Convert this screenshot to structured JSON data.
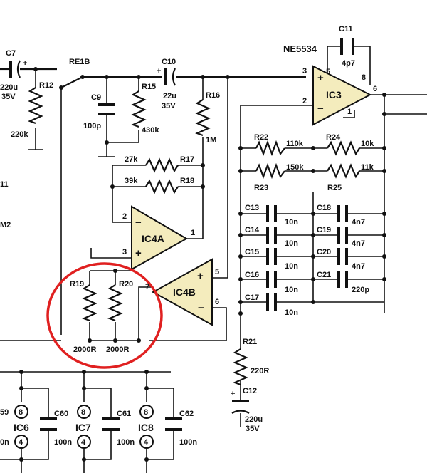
{
  "colors": {
    "opamp_fill": "#f4ecbd",
    "highlight_ring": "#e02020",
    "wire": "#111111"
  },
  "labels": [
    {
      "id": "c7",
      "text": "C7"
    },
    {
      "id": "c7v",
      "text": "220u"
    },
    {
      "id": "c7r",
      "text": "35V"
    },
    {
      "id": "re1b",
      "text": "RE1B"
    },
    {
      "id": "r12",
      "text": "R12"
    },
    {
      "id": "r12v",
      "text": "220k"
    },
    {
      "id": "c9",
      "text": "C9"
    },
    {
      "id": "c9v",
      "text": "100p"
    },
    {
      "id": "r15",
      "text": "R15"
    },
    {
      "id": "r15v",
      "text": "430k"
    },
    {
      "id": "c10",
      "text": "C10"
    },
    {
      "id": "c10v",
      "text": "22u"
    },
    {
      "id": "c10r",
      "text": "35V"
    },
    {
      "id": "r16",
      "text": "R16"
    },
    {
      "id": "r16v",
      "text": "1M"
    },
    {
      "id": "r17v",
      "text": "27k"
    },
    {
      "id": "r17",
      "text": "R17"
    },
    {
      "id": "r18v",
      "text": "39k"
    },
    {
      "id": "r18",
      "text": "R18"
    },
    {
      "id": "m11",
      "text": "11"
    },
    {
      "id": "m2",
      "text": "M2"
    },
    {
      "id": "ne",
      "text": "NE5534"
    },
    {
      "id": "c11",
      "text": "C11"
    },
    {
      "id": "c11v",
      "text": "4p7"
    },
    {
      "id": "r22",
      "text": "R22"
    },
    {
      "id": "r22v",
      "text": "110k"
    },
    {
      "id": "r24",
      "text": "R24"
    },
    {
      "id": "r24v",
      "text": "10k"
    },
    {
      "id": "r23",
      "text": "R23"
    },
    {
      "id": "r23v",
      "text": "150k"
    },
    {
      "id": "r25",
      "text": "R25"
    },
    {
      "id": "r25v",
      "text": "11k"
    },
    {
      "id": "c13",
      "text": "C13"
    },
    {
      "id": "c13v",
      "text": "10n"
    },
    {
      "id": "c14",
      "text": "C14"
    },
    {
      "id": "c14v",
      "text": "10n"
    },
    {
      "id": "c15",
      "text": "C15"
    },
    {
      "id": "c15v",
      "text": "10n"
    },
    {
      "id": "c16",
      "text": "C16"
    },
    {
      "id": "c16v",
      "text": "10n"
    },
    {
      "id": "c17",
      "text": "C17"
    },
    {
      "id": "c17v",
      "text": "10n"
    },
    {
      "id": "c18",
      "text": "C18"
    },
    {
      "id": "c18v",
      "text": "4n7"
    },
    {
      "id": "c19",
      "text": "C19"
    },
    {
      "id": "c19v",
      "text": "4n7"
    },
    {
      "id": "c20",
      "text": "C20"
    },
    {
      "id": "c20v",
      "text": "4n7"
    },
    {
      "id": "c21",
      "text": "C21"
    },
    {
      "id": "c21v",
      "text": "220p"
    },
    {
      "id": "r19",
      "text": "R19"
    },
    {
      "id": "r20",
      "text": "R20"
    },
    {
      "id": "r19v",
      "text": "2000R"
    },
    {
      "id": "r20v",
      "text": "2000R"
    },
    {
      "id": "r21",
      "text": "R21"
    },
    {
      "id": "r21v",
      "text": "220R"
    },
    {
      "id": "c12",
      "text": "C12"
    },
    {
      "id": "c12v",
      "text": "220u"
    },
    {
      "id": "c12r",
      "text": "35V"
    },
    {
      "id": "n59",
      "text": "59"
    },
    {
      "id": "n0n",
      "text": "0n"
    },
    {
      "id": "ic6",
      "text": "IC6"
    },
    {
      "id": "ic7",
      "text": "IC7"
    },
    {
      "id": "ic8",
      "text": "IC8"
    },
    {
      "id": "c60",
      "text": "C60"
    },
    {
      "id": "c60v",
      "text": "100n"
    },
    {
      "id": "c61",
      "text": "C61"
    },
    {
      "id": "c61v",
      "text": "100n"
    },
    {
      "id": "c62",
      "text": "C62"
    },
    {
      "id": "c62v",
      "text": "100n"
    },
    {
      "id": "p8a",
      "text": "8"
    },
    {
      "id": "p4a",
      "text": "4"
    },
    {
      "id": "p8b",
      "text": "8"
    },
    {
      "id": "p4b",
      "text": "4"
    },
    {
      "id": "p8c",
      "text": "8"
    },
    {
      "id": "p4c",
      "text": "4"
    },
    {
      "id": "ic3",
      "text": "IC3"
    },
    {
      "id": "ic4a",
      "text": "IC4A"
    },
    {
      "id": "ic4b",
      "text": "IC4B"
    },
    {
      "id": "ic3p3",
      "text": "3"
    },
    {
      "id": "ic3p2",
      "text": "2"
    },
    {
      "id": "ic3p6",
      "text": "6"
    },
    {
      "id": "ic3p5",
      "text": "5"
    },
    {
      "id": "ic3p8",
      "text": "8"
    },
    {
      "id": "ic3p1",
      "text": "1"
    },
    {
      "id": "ic3plus",
      "text": "+"
    },
    {
      "id": "ic3minus",
      "text": "−"
    },
    {
      "id": "ic4ap2",
      "text": "2"
    },
    {
      "id": "ic4ap3",
      "text": "3"
    },
    {
      "id": "ic4ap1",
      "text": "1"
    },
    {
      "id": "ic4aminus",
      "text": "−"
    },
    {
      "id": "ic4aplus",
      "text": "+"
    },
    {
      "id": "ic4bp5",
      "text": "5"
    },
    {
      "id": "ic4bp6",
      "text": "6"
    },
    {
      "id": "ic4bp7",
      "text": "7"
    },
    {
      "id": "ic4bplus",
      "text": "+"
    },
    {
      "id": "ic4bminus",
      "text": "−"
    },
    {
      "id": "c7plus",
      "text": "+"
    },
    {
      "id": "c10plus",
      "text": "+"
    },
    {
      "id": "c12plus",
      "text": "+"
    }
  ]
}
